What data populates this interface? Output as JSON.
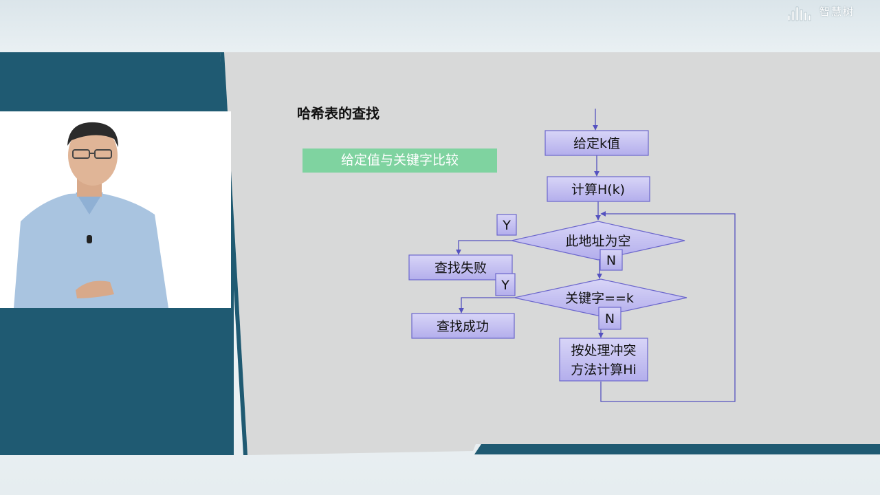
{
  "brand": {
    "logo_text": "智慧树"
  },
  "slide": {
    "title": "哈希表的查找",
    "callout": "给定值与关键字比较"
  },
  "flowchart": {
    "nodes": {
      "start": "给定k值",
      "compute": "计算H(k)",
      "decision_empty": "此地址为空",
      "fail": "查找失败",
      "decision_key": "关键字==k",
      "success": "查找成功",
      "resolve_line1": "按处理冲突",
      "resolve_line2": "方法计算Hi"
    },
    "labels": {
      "empty_yes": "Y",
      "empty_no": "N",
      "key_yes": "Y",
      "key_no": "N"
    }
  },
  "colors": {
    "left_panel": "#1f5a72",
    "slide_bg": "#d9d9d9",
    "node_fill": "#c7c3f2",
    "node_stroke": "#6b66cc",
    "callout_bg": "#7fd3a0"
  }
}
